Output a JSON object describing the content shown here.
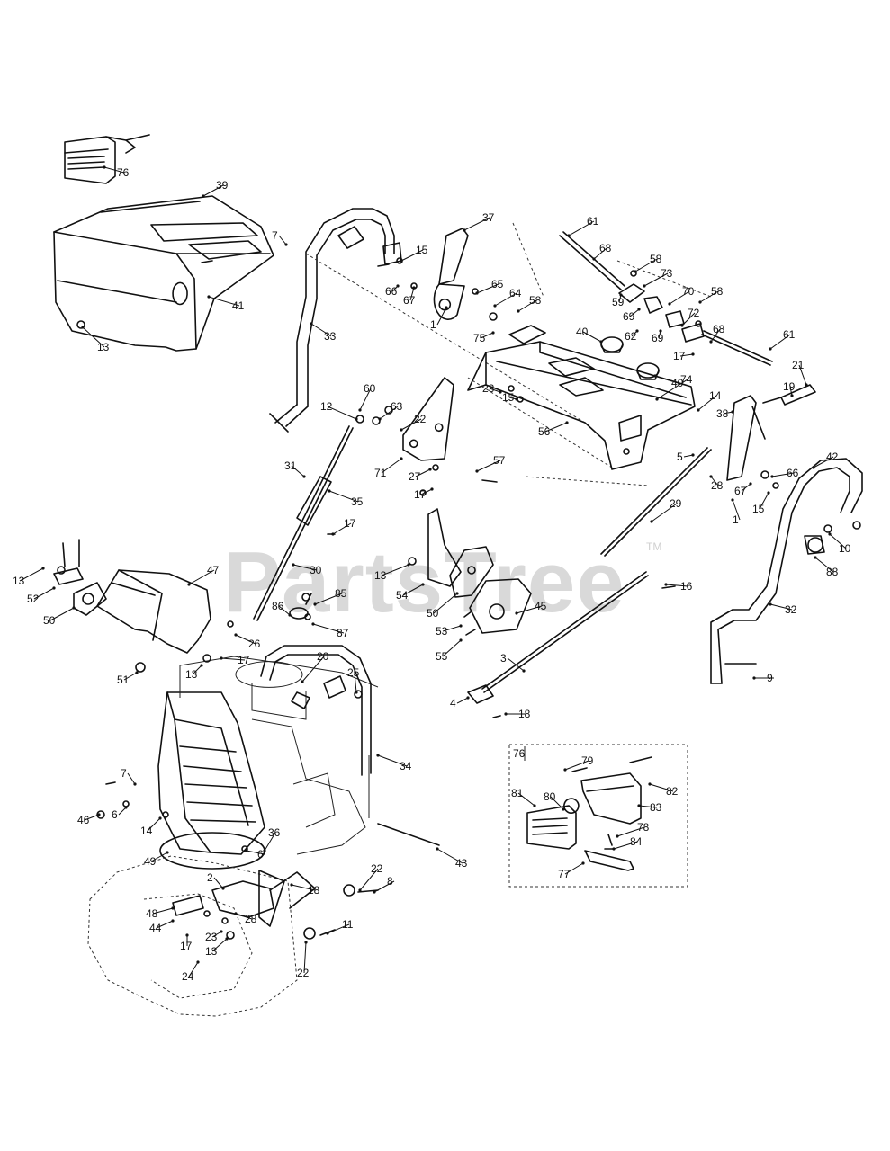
{
  "watermark": {
    "text": "PartsTree",
    "trademark": "TM"
  },
  "inset_label": "76",
  "callouts": [
    {
      "id": "c1",
      "text": "76"
    },
    {
      "id": "c2",
      "text": "39"
    },
    {
      "id": "c3",
      "text": "7"
    },
    {
      "id": "c4",
      "text": "41"
    },
    {
      "id": "c5",
      "text": "13"
    },
    {
      "id": "c6",
      "text": "33"
    },
    {
      "id": "c7",
      "text": "15"
    },
    {
      "id": "c8",
      "text": "66"
    },
    {
      "id": "c9",
      "text": "67"
    },
    {
      "id": "c10",
      "text": "37"
    },
    {
      "id": "c11",
      "text": "65"
    },
    {
      "id": "c12",
      "text": "64"
    },
    {
      "id": "c13",
      "text": "58"
    },
    {
      "id": "c14",
      "text": "1"
    },
    {
      "id": "c15",
      "text": "75"
    },
    {
      "id": "c16",
      "text": "61"
    },
    {
      "id": "c17",
      "text": "68"
    },
    {
      "id": "c18",
      "text": "58"
    },
    {
      "id": "c19",
      "text": "73"
    },
    {
      "id": "c20",
      "text": "59"
    },
    {
      "id": "c21",
      "text": "70"
    },
    {
      "id": "c22",
      "text": "58"
    },
    {
      "id": "c23",
      "text": "69"
    },
    {
      "id": "c24",
      "text": "72"
    },
    {
      "id": "c25",
      "text": "62"
    },
    {
      "id": "c26",
      "text": "69"
    },
    {
      "id": "c27",
      "text": "68"
    },
    {
      "id": "c28",
      "text": "40"
    },
    {
      "id": "c29",
      "text": "61"
    },
    {
      "id": "c30",
      "text": "17"
    },
    {
      "id": "c31",
      "text": "21"
    },
    {
      "id": "c32",
      "text": "40"
    },
    {
      "id": "c33",
      "text": "74"
    },
    {
      "id": "c34",
      "text": "19"
    },
    {
      "id": "c35",
      "text": "14"
    },
    {
      "id": "c36",
      "text": "38"
    },
    {
      "id": "c37",
      "text": "23"
    },
    {
      "id": "c38",
      "text": "15"
    },
    {
      "id": "c39",
      "text": "56"
    },
    {
      "id": "c40",
      "text": "12"
    },
    {
      "id": "c41",
      "text": "60"
    },
    {
      "id": "c42",
      "text": "63"
    },
    {
      "id": "c43",
      "text": "22"
    },
    {
      "id": "c44",
      "text": "71"
    },
    {
      "id": "c45",
      "text": "27"
    },
    {
      "id": "c46",
      "text": "57"
    },
    {
      "id": "c47",
      "text": "17"
    },
    {
      "id": "c48",
      "text": "5"
    },
    {
      "id": "c49",
      "text": "28"
    },
    {
      "id": "c50",
      "text": "1"
    },
    {
      "id": "c51",
      "text": "66"
    },
    {
      "id": "c52",
      "text": "67"
    },
    {
      "id": "c53",
      "text": "15"
    },
    {
      "id": "c54",
      "text": "42"
    },
    {
      "id": "c55",
      "text": "31"
    },
    {
      "id": "c56",
      "text": "35"
    },
    {
      "id": "c57",
      "text": "17"
    },
    {
      "id": "c58",
      "text": "29"
    },
    {
      "id": "c59",
      "text": "10"
    },
    {
      "id": "c60",
      "text": "88"
    },
    {
      "id": "c61",
      "text": "13"
    },
    {
      "id": "c62",
      "text": "52"
    },
    {
      "id": "c63",
      "text": "47"
    },
    {
      "id": "c64",
      "text": "30"
    },
    {
      "id": "c65",
      "text": "13"
    },
    {
      "id": "c66",
      "text": "54"
    },
    {
      "id": "c67",
      "text": "16"
    },
    {
      "id": "c68",
      "text": "50"
    },
    {
      "id": "c69",
      "text": "45"
    },
    {
      "id": "c70",
      "text": "86"
    },
    {
      "id": "c71",
      "text": "85"
    },
    {
      "id": "c72",
      "text": "53"
    },
    {
      "id": "c73",
      "text": "87"
    },
    {
      "id": "c74",
      "text": "55"
    },
    {
      "id": "c75",
      "text": "32"
    },
    {
      "id": "c76",
      "text": "50"
    },
    {
      "id": "c77",
      "text": "26"
    },
    {
      "id": "c78",
      "text": "17"
    },
    {
      "id": "c79",
      "text": "13"
    },
    {
      "id": "c80",
      "text": "51"
    },
    {
      "id": "c81",
      "text": "3"
    },
    {
      "id": "c82",
      "text": "20"
    },
    {
      "id": "c83",
      "text": "25"
    },
    {
      "id": "c84",
      "text": "9"
    },
    {
      "id": "c85",
      "text": "4"
    },
    {
      "id": "c86",
      "text": "18"
    },
    {
      "id": "c87",
      "text": "79"
    },
    {
      "id": "c88",
      "text": "34"
    },
    {
      "id": "c89",
      "text": "82"
    },
    {
      "id": "c90",
      "text": "81"
    },
    {
      "id": "c91",
      "text": "80"
    },
    {
      "id": "c92",
      "text": "83"
    },
    {
      "id": "c93",
      "text": "7"
    },
    {
      "id": "c94",
      "text": "46"
    },
    {
      "id": "c95",
      "text": "6"
    },
    {
      "id": "c96",
      "text": "14"
    },
    {
      "id": "c97",
      "text": "78"
    },
    {
      "id": "c98",
      "text": "84"
    },
    {
      "id": "c99",
      "text": "36"
    },
    {
      "id": "c100",
      "text": "49"
    },
    {
      "id": "c101",
      "text": "6"
    },
    {
      "id": "c102",
      "text": "77"
    },
    {
      "id": "c103",
      "text": "43"
    },
    {
      "id": "c104",
      "text": "2"
    },
    {
      "id": "c105",
      "text": "18"
    },
    {
      "id": "c106",
      "text": "22"
    },
    {
      "id": "c107",
      "text": "8"
    },
    {
      "id": "c108",
      "text": "48"
    },
    {
      "id": "c109",
      "text": "28"
    },
    {
      "id": "c110",
      "text": "44"
    },
    {
      "id": "c111",
      "text": "17"
    },
    {
      "id": "c112",
      "text": "23"
    },
    {
      "id": "c113",
      "text": "13"
    },
    {
      "id": "c114",
      "text": "11"
    },
    {
      "id": "c115",
      "text": "24"
    },
    {
      "id": "c116",
      "text": "22"
    }
  ]
}
